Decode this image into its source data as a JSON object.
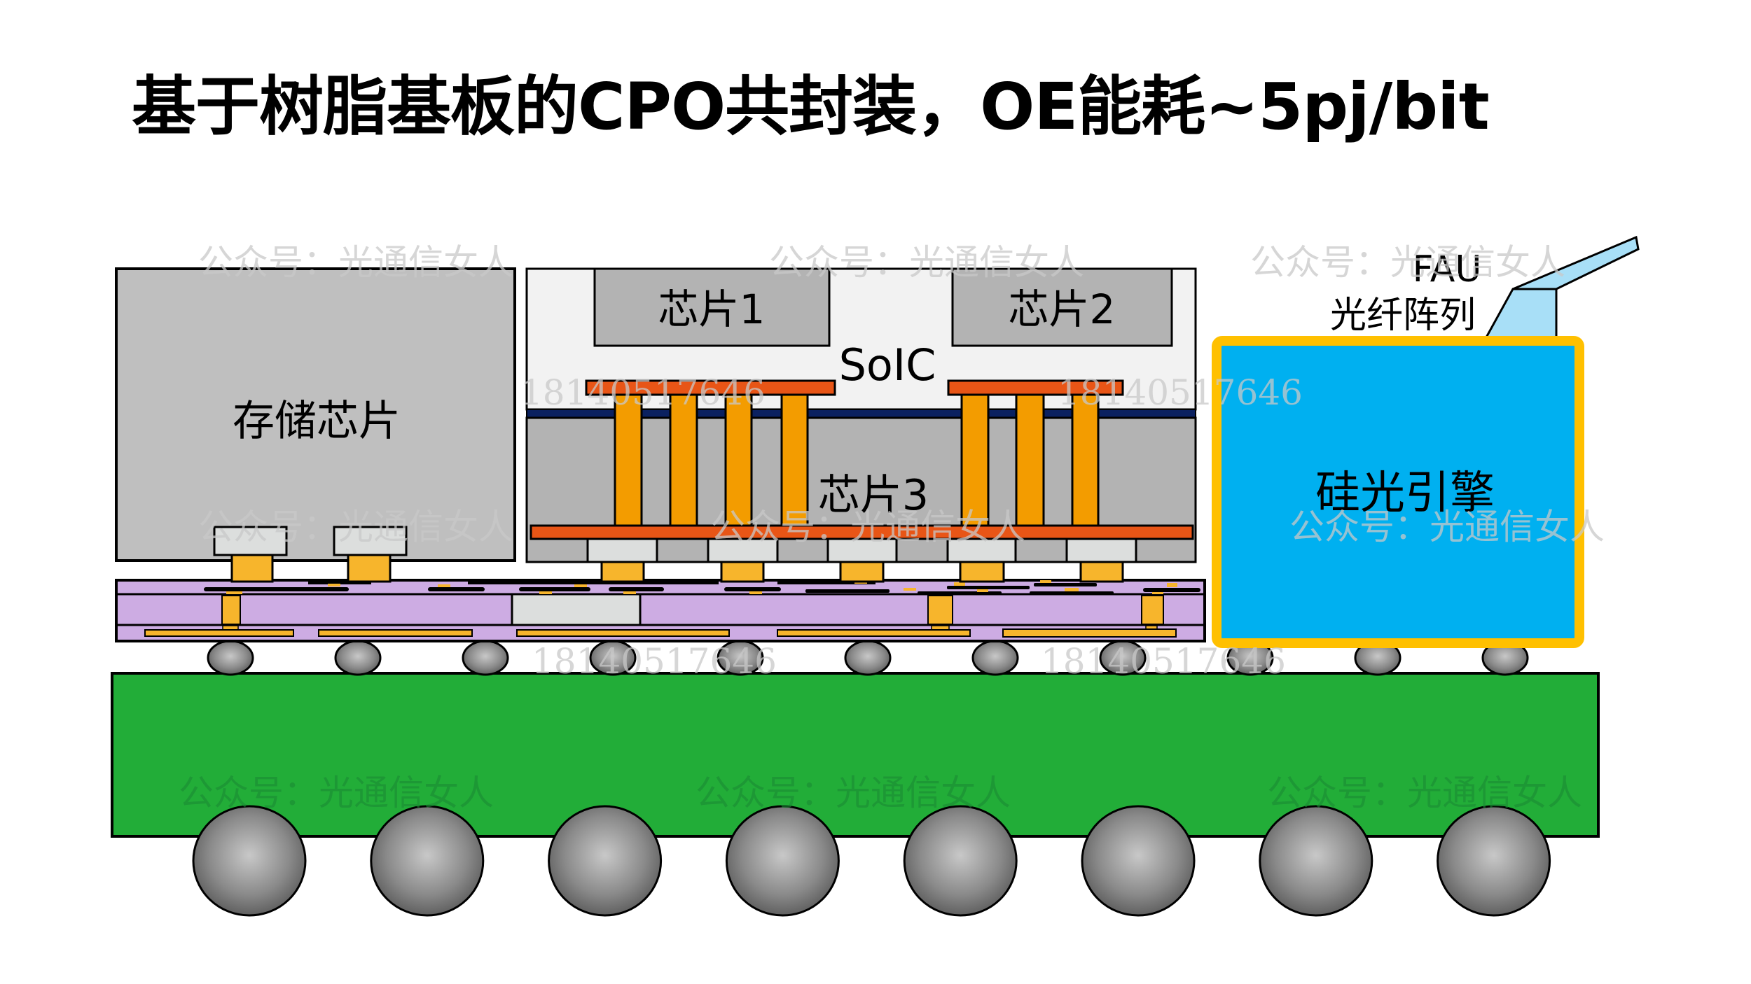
{
  "title": "基于树脂基板的CPO共封装，OE能耗~5pj/bit",
  "labels": {
    "memory_chip": "存储芯片",
    "chip1": "芯片1",
    "chip2": "芯片2",
    "soic": "SoIC",
    "chip3": "芯片3",
    "si_photonics_engine": "硅光引擎",
    "fau": "FAU",
    "fiber_array": "光纤阵列"
  },
  "watermarks": {
    "account": "公众号：光通信女人",
    "phone": "18140517646"
  },
  "colors": {
    "memory_chip": "#BFBFBF",
    "soic_fill": "#F2F2F2",
    "chip_gray": "#B3B3B3",
    "pillar_orange": "#F39C00",
    "bar_orange": "#E85516",
    "bump_yellow": "#F7B52C",
    "navy_band": "#0B2160",
    "interposer_purple": "#CDACE3",
    "substrate_green": "#22AD38",
    "engine_blue": "#00B0F0",
    "engine_border": "#FFC000",
    "fau_lightblue": "#A8DFF7",
    "light_block": "#DCDEDD"
  }
}
